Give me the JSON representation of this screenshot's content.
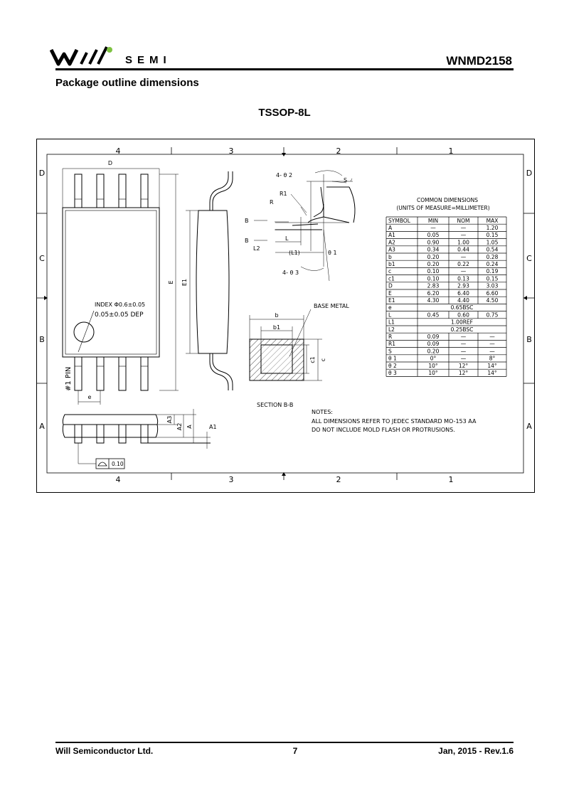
{
  "header": {
    "logo_text": "SEMI",
    "part_number": "WNMD2158"
  },
  "section_title": "Package outline dimensions",
  "package_name": "TSSOP-8L",
  "drawing": {
    "zone_columns": [
      "4",
      "3",
      "2",
      "1"
    ],
    "zone_rows": [
      "D",
      "C",
      "B",
      "A"
    ],
    "labels": {
      "D": "D",
      "E": "E",
      "E1": "E1",
      "e": "e",
      "A": "A",
      "A1": "A1",
      "A2": "A2",
      "A3": "A3",
      "index_note": "INDEX Φ0.6±0.05",
      "index_depth": "0.05±0.05  DEP",
      "pin1": "#1 PIN",
      "coplanarity": "0.10",
      "theta2": "4- θ 2",
      "theta3": "4- θ 3",
      "theta1": "θ 1",
      "S": "S",
      "R1": "R1",
      "R": "R",
      "B": "B",
      "L": "L",
      "L1": "(L1)",
      "L2": "L2",
      "b": "b",
      "b1": "b1",
      "c": "c",
      "c1": "c1",
      "base_metal": "BASE METAL",
      "section": "SECTION B-B"
    },
    "notes": {
      "title": "NOTES:",
      "line1": "ALL DIMENSIONS REFER TO JEDEC STANDARD MO-153 AA",
      "line2": "DO NOT INCLUDE MOLD FLASH OR PROTRUSIONS."
    },
    "table": {
      "title": "COMMON DIMENSIONS",
      "subtitle": "(UNITS OF MEASURE=MILLIMETER)",
      "headers": [
        "SYMBOL",
        "MIN",
        "NOM",
        "MAX"
      ],
      "rows": [
        [
          "A",
          "—",
          "—",
          "1.20"
        ],
        [
          "A1",
          "0.05",
          "—",
          "0.15"
        ],
        [
          "A2",
          "0.90",
          "1.00",
          "1.05"
        ],
        [
          "A3",
          "0.34",
          "0.44",
          "0.54"
        ],
        [
          "b",
          "0.20",
          "—",
          "0.28"
        ],
        [
          "b1",
          "0.20",
          "0.22",
          "0.24"
        ],
        [
          "c",
          "0.10",
          "—",
          "0.19"
        ],
        [
          "c1",
          "0.10",
          "0.13",
          "0.15"
        ],
        [
          "D",
          "2.83",
          "2.93",
          "3.03"
        ],
        [
          "E",
          "6.20",
          "6.40",
          "6.60"
        ],
        [
          "E1",
          "4.30",
          "4.40",
          "4.50"
        ],
        [
          "e",
          "0.65BSC"
        ],
        [
          "L",
          "0.45",
          "0.60",
          "0.75"
        ],
        [
          "L1",
          "1.00REF"
        ],
        [
          "L2",
          "0.25BSC"
        ],
        [
          "R",
          "0.09",
          "—",
          "—"
        ],
        [
          "R1",
          "0.09",
          "—",
          "—"
        ],
        [
          "S",
          "0.20",
          "—",
          "—"
        ],
        [
          "θ 1",
          "0°",
          "—",
          "8°"
        ],
        [
          "θ 2",
          "10°",
          "12°",
          "14°"
        ],
        [
          "θ 3",
          "10°",
          "12°",
          "14°"
        ]
      ]
    }
  },
  "footer": {
    "company": "Will Semiconductor Ltd.",
    "page": "7",
    "date_rev": "Jan, 2015 - Rev.1.6"
  }
}
